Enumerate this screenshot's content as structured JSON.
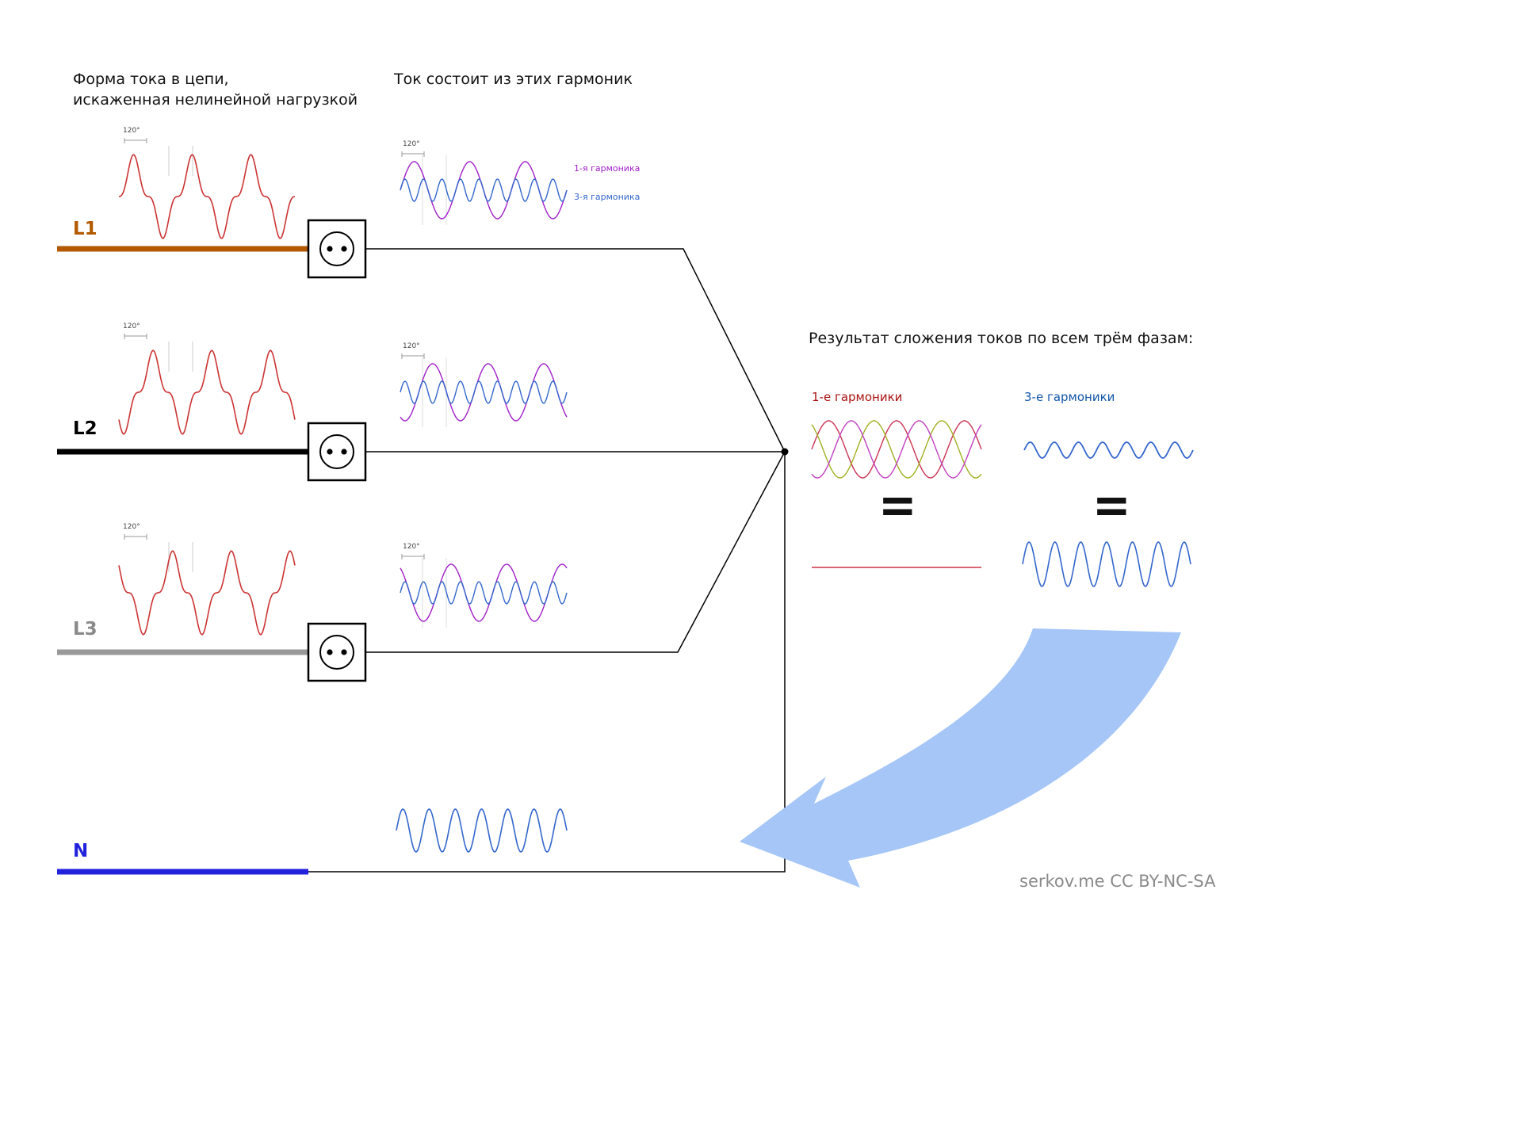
{
  "header": {
    "left_title_line1": "Форма тока в цепи,",
    "left_title_line2": "искаженная нелинейной нагрузкой",
    "middle_title": "Ток состоит из этих гармоник"
  },
  "phases": {
    "l1": {
      "label": "L1",
      "color": "#b35900"
    },
    "l2": {
      "label": "L2",
      "color": "#000000"
    },
    "l3": {
      "label": "L3",
      "color": "#999999"
    },
    "n": {
      "label": "N",
      "color": "#2222dd"
    }
  },
  "annotations": {
    "angle": "120°",
    "first_harmonic": "1-я гармоника",
    "third_harmonic": "3-я гармоника"
  },
  "result_panel": {
    "title": "Результат сложения токов по всем трём фазам:",
    "first_harmonics_label": "1-е гармоники",
    "third_harmonics_label": "3-е гармоники",
    "equals": "="
  },
  "footer": {
    "attribution": "serkov.me CC  BY-NC-SA"
  },
  "colors": {
    "distorted_wave": "#cc3333",
    "harmonic1": "#a020c8",
    "harmonic3": "#3366cc",
    "sum_phase_a": "#cc3355",
    "sum_phase_b": "#a0b020",
    "sum_phase_c": "#c040c0",
    "neutral_wave": "#3366cc",
    "arrow": "#a5c6f7"
  }
}
